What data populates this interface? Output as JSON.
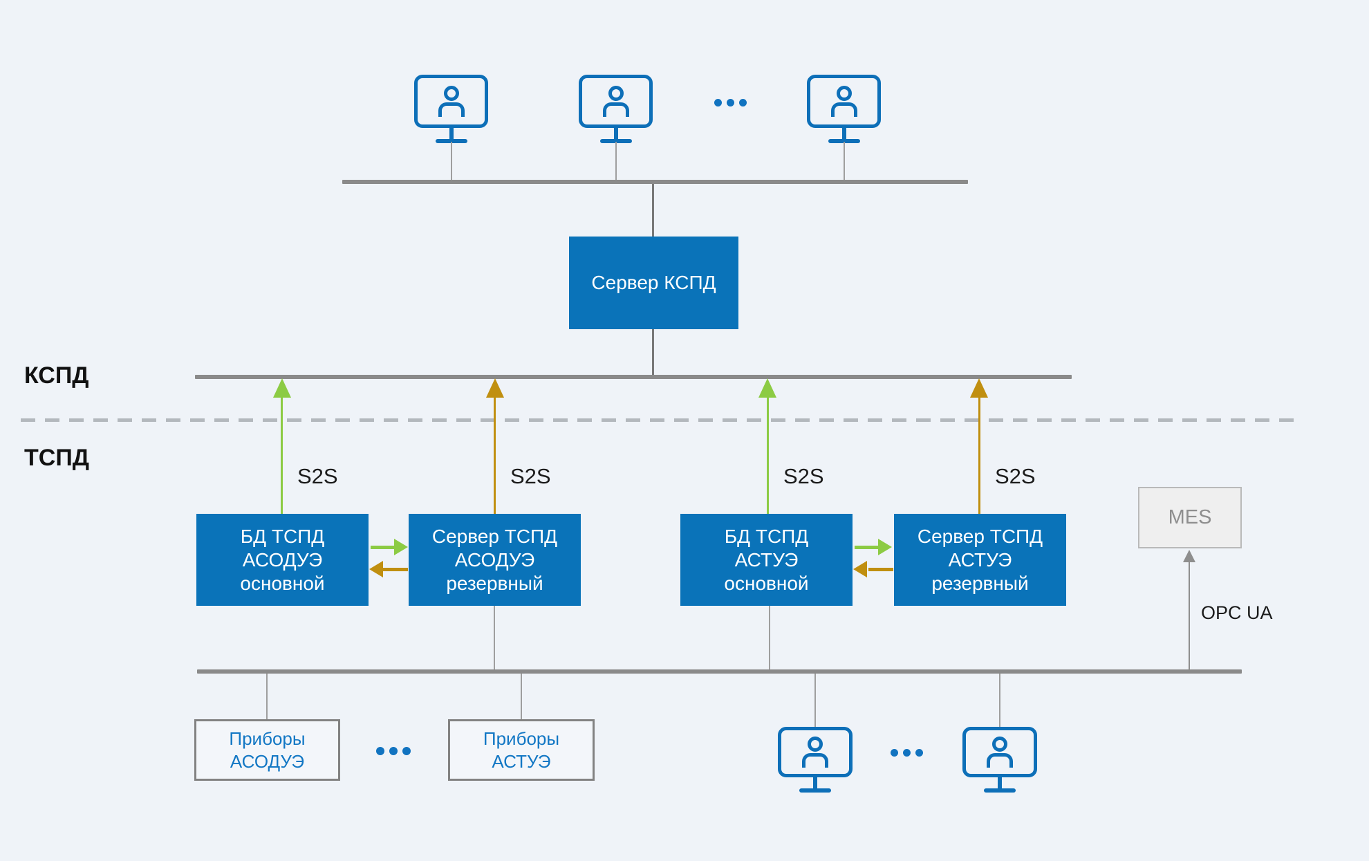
{
  "diagram": {
    "background_color": "#eff3f8",
    "zones": {
      "upper_label": "КСПД",
      "lower_label": "ТСПД"
    },
    "links": {
      "s2s_label": "S2S",
      "opc_ua_label": "OPC UA",
      "green_color": "#8ccb44",
      "gold_color": "#c08f10",
      "bus_color": "#8a8a8a"
    },
    "nodes": {
      "server_kspd": {
        "label": "Сервер КСПД",
        "fill": "#0a73b9"
      },
      "db_tspd_asodue": {
        "line1": "БД ТСПД",
        "line2": "АСОДУЭ",
        "line3": "основной"
      },
      "server_tspd_asodue": {
        "line1": "Сервер ТСПД",
        "line2": "АСОДУЭ",
        "line3": "резервный"
      },
      "db_tspd_astue": {
        "line1": "БД ТСПД",
        "line2": "АСТУЭ",
        "line3": "основной"
      },
      "server_tspd_astue": {
        "line1": "Сервер ТСПД",
        "line2": "АСТУЭ",
        "line3": "резервный"
      },
      "mes": {
        "label": "MES"
      },
      "devices_asodue": {
        "line1": "Приборы",
        "line2": "АСОДУЭ"
      },
      "devices_astue": {
        "line1": "Приборы",
        "line2": "АСТУЭ"
      }
    }
  }
}
